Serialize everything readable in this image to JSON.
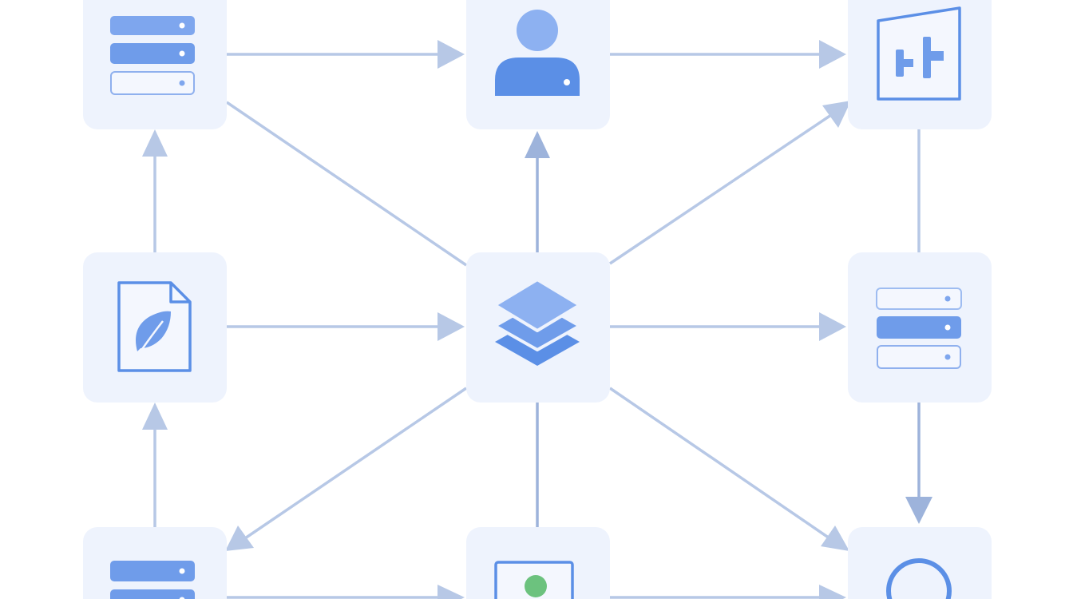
{
  "colors": {
    "background": "#ffffff",
    "node_fill": "#eef3fd",
    "edge": "#b7c8e6",
    "icon_primary": "#5b8fe6",
    "icon_light": "#9ebcf1",
    "icon_outline": "#5b8fe6",
    "accent_green": "#6cc27e"
  },
  "nodes": [
    {
      "id": "top-left",
      "icon": "server-stack-icon"
    },
    {
      "id": "top-center",
      "icon": "user-icon"
    },
    {
      "id": "top-right",
      "icon": "dashboard-panel-icon"
    },
    {
      "id": "mid-left",
      "icon": "leaf-document-icon"
    },
    {
      "id": "center",
      "icon": "layers-icon"
    },
    {
      "id": "mid-right",
      "icon": "server-stack-icon"
    },
    {
      "id": "bottom-left",
      "icon": "server-stack-icon"
    },
    {
      "id": "bottom-center",
      "icon": "monitor-icon"
    },
    {
      "id": "bottom-right",
      "icon": "search-circle-icon"
    }
  ],
  "edges": [
    {
      "from": "top-left",
      "to": "top-center"
    },
    {
      "from": "top-center",
      "to": "top-right"
    },
    {
      "from": "mid-left",
      "to": "top-left"
    },
    {
      "from": "center",
      "to": "top-center"
    },
    {
      "from": "top-left",
      "to": "center"
    },
    {
      "from": "center",
      "to": "top-right"
    },
    {
      "from": "mid-left",
      "to": "center"
    },
    {
      "from": "center",
      "to": "mid-right"
    },
    {
      "from": "top-right",
      "to": "mid-right"
    },
    {
      "from": "mid-right",
      "to": "bottom-right"
    },
    {
      "from": "bottom-left",
      "to": "mid-left"
    },
    {
      "from": "center",
      "to": "bottom-left"
    },
    {
      "from": "center",
      "to": "bottom-center"
    },
    {
      "from": "center",
      "to": "bottom-right"
    },
    {
      "from": "bottom-left",
      "to": "bottom-center"
    },
    {
      "from": "bottom-center",
      "to": "bottom-right"
    }
  ]
}
